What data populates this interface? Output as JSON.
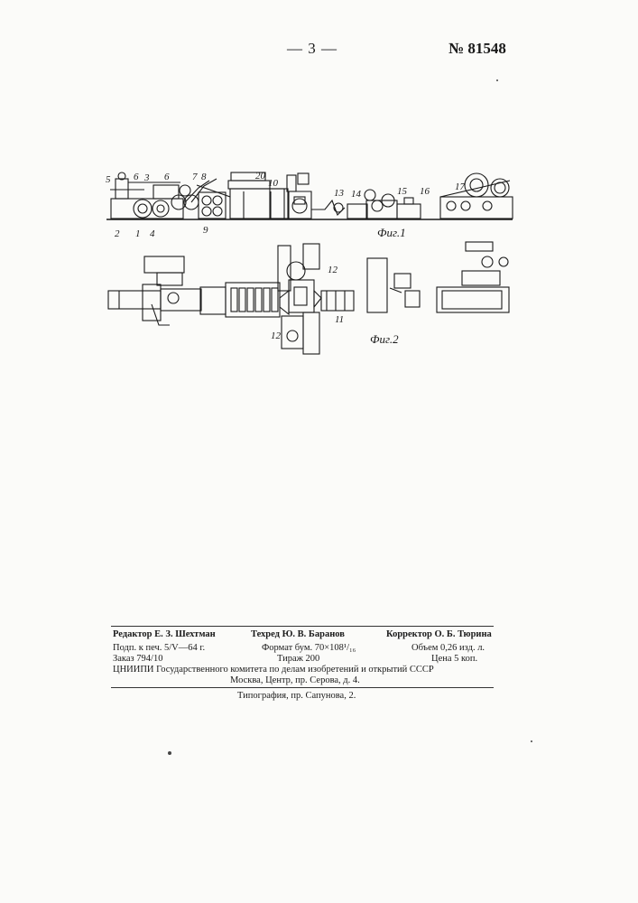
{
  "header": {
    "page_number": "— 3 —",
    "patent_number": "№ 81548"
  },
  "figures": {
    "fig1": {
      "caption": "Фиг.1",
      "labels": [
        "5",
        "6",
        "3",
        "6",
        "7",
        "8",
        "20",
        "10",
        "13",
        "14",
        "15",
        "16",
        "17",
        "2",
        "1",
        "4",
        "9"
      ]
    },
    "fig2": {
      "caption": "Фиг.2",
      "labels": [
        "12",
        "11",
        "12"
      ]
    }
  },
  "colophon": {
    "editor": "Редактор Е. З. Шехтман",
    "tech_editor": "Техред Ю. В. Баранов",
    "corrector": "Корректор О. Б. Тюрина",
    "signed": "Подп. к печ. 5/V—64 г.",
    "format": "Формат бум. 70×108¹/₁₆",
    "volume": "Объем 0,26 изд. л.",
    "order": "Заказ 794/10",
    "circulation": "Тираж 200",
    "price": "Цена 5 коп.",
    "institute": "ЦНИИПИ Государственного комитета по делам изобретений и открытий СССР",
    "address": "Москва, Центр, пр. Серова, д. 4.",
    "printer": "Типография, пр. Сапунова, 2."
  }
}
